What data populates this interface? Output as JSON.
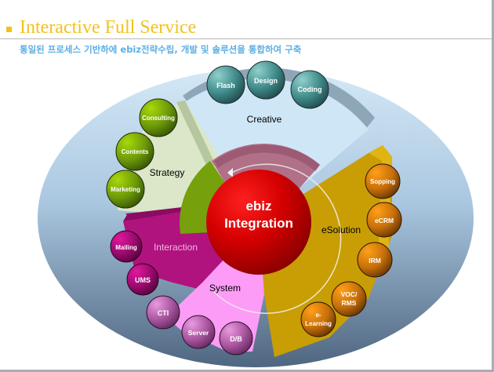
{
  "header": {
    "title": "Interactive Full Service",
    "subtitle": "통일된 프로세스 기반하에 ebiz전략수립, 개발 및 솔루션을 통합하여 구축"
  },
  "diagram": {
    "center": {
      "line1": "ebiz",
      "line2": "Integration"
    },
    "segments": [
      {
        "id": "creative",
        "label": "Creative",
        "color": "#cfe6f6",
        "items": [
          "Flash",
          "Design",
          "Coding"
        ],
        "bubble_color": "#3f8a8a"
      },
      {
        "id": "strategy",
        "label": "Strategy",
        "color": "#dde8cc",
        "items": [
          "Consulting",
          "Contents",
          "Marketing"
        ],
        "bubble_color": "#6d9a0a"
      },
      {
        "id": "interaction",
        "label": "Interaction",
        "color": "#b0137e",
        "items": [
          "Mailing",
          "UMS"
        ],
        "bubble_color": "#9a0a6e"
      },
      {
        "id": "system",
        "label": "System",
        "color": "#fc9cf6",
        "items": [
          "CTI",
          "Server",
          "D/B"
        ],
        "bubble_color": "#a9559f"
      },
      {
        "id": "esolution",
        "label": "eSolution",
        "color": "#c89e04",
        "items": [
          "Sopping",
          "eCRM",
          "IRM",
          "VOC/ RMS",
          "e- Learning"
        ],
        "bubble_color": "#c8700a"
      }
    ],
    "bubble_labels": {
      "flash": "Flash",
      "design": "Design",
      "coding": "Coding",
      "consulting": "Consulting",
      "contents": "Contents",
      "marketing": "Marketing",
      "mailing": "Mailing",
      "ums": "UMS",
      "cti": "CTI",
      "server": "Server",
      "db": "D/B",
      "sopping": "Sopping",
      "ecrm": "eCRM",
      "irm": "IRM",
      "voc_1": "VOC/",
      "voc_2": "RMS",
      "elearning_1": "e-",
      "elearning_2": "Learning"
    },
    "colors": {
      "accent_title": "#f2c21b",
      "subtitle": "#5cb0e4",
      "center_red": "#d80000"
    }
  }
}
